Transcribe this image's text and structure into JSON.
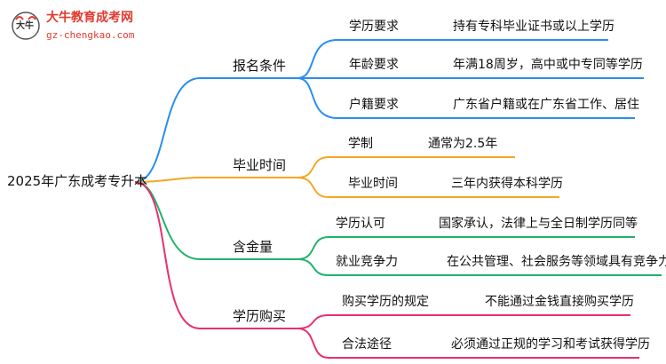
{
  "logo": {
    "title": "大牛教育成考网",
    "url": "gz-chengkao.com",
    "mark_text": "大牛"
  },
  "root": {
    "label": "2025年广东成考专升本"
  },
  "colors": {
    "branch1": "#2a8ef0",
    "branch2": "#f5a623",
    "branch3": "#1fb36b",
    "branch4": "#e8306f"
  },
  "branches": [
    {
      "label": "报名条件",
      "children": [
        {
          "label": "学历要求",
          "value": "持有专科毕业证书或以上学历"
        },
        {
          "label": "年龄要求",
          "value": "年满18周岁，高中或中专同等学历"
        },
        {
          "label": "户籍要求",
          "value": "广东省户籍或在广东省工作、居住"
        }
      ]
    },
    {
      "label": "毕业时间",
      "children": [
        {
          "label": "学制",
          "value": "通常为2.5年"
        },
        {
          "label": "毕业时间",
          "value": "三年内获得本科学历"
        }
      ]
    },
    {
      "label": "含金量",
      "children": [
        {
          "label": "学历认可",
          "value": "国家承认，法律上与全日制学历同等"
        },
        {
          "label": "就业竞争力",
          "value": "在公共管理、社会服务等领域具有竞争力"
        }
      ]
    },
    {
      "label": "学历购买",
      "children": [
        {
          "label": "购买学历的规定",
          "value": "不能通过金钱直接购买学历"
        },
        {
          "label": "合法途径",
          "value": "必须通过正规的学习和考试获得学历"
        }
      ]
    }
  ]
}
